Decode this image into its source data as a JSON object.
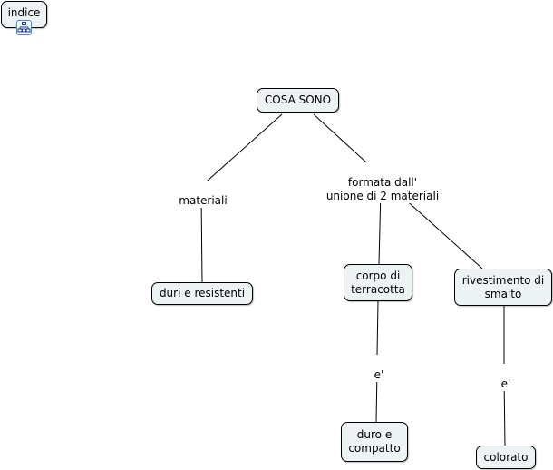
{
  "index_node": {
    "label": "indice",
    "icon": "concept-map-link-icon"
  },
  "concepts": [
    {
      "id": "cosa-sono",
      "label": "COSA SONO"
    },
    {
      "id": "duri-e-resistenti",
      "label": "duri e resistenti"
    },
    {
      "id": "corpo-di-terracotta",
      "label": "corpo di\nterracotta"
    },
    {
      "id": "rivestimento-di-smalto",
      "label": "rivestimento di\nsmalto"
    },
    {
      "id": "duro-e-compatto",
      "label": "duro e\ncompatto"
    },
    {
      "id": "colorato",
      "label": "colorato"
    }
  ],
  "linking_phrases": [
    {
      "id": "materiali",
      "label": "materiali"
    },
    {
      "id": "formata",
      "label": "formata dall'\nunione di 2 materiali"
    },
    {
      "id": "e1",
      "label": "e'"
    },
    {
      "id": "e2",
      "label": "e'"
    }
  ],
  "colors": {
    "node_fill": "#edf3f5",
    "line": "#000000"
  }
}
